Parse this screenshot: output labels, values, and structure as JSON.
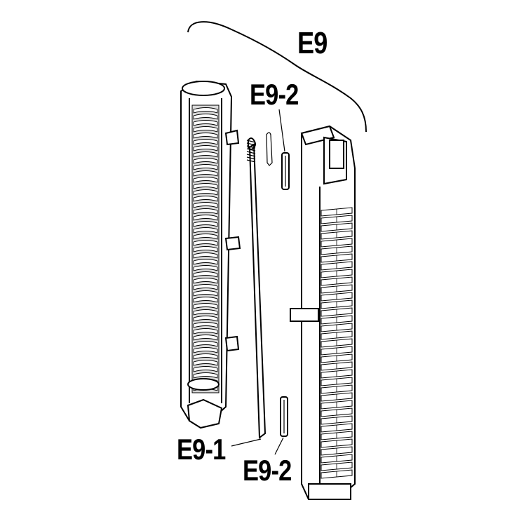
{
  "labels": {
    "assembly": "E9",
    "pin_top": "E9-2",
    "rod": "E9-1",
    "pin_bottom": "E9-2"
  }
}
